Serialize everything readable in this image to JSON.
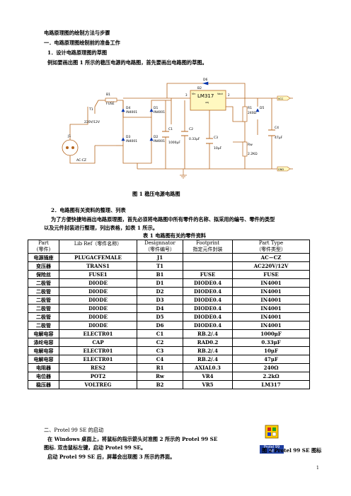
{
  "heading": "电路原理图的绘制方法与步骤",
  "section1": "一．电路原理图绘制前的准备工作",
  "step1": "1．设计电路原理图的草图",
  "para1": "例如要画出图 1 所示的稳压电源的电路图，首先要画出电路图的草图。",
  "figure1_caption": "图 1    稳压电源电路图",
  "step2": "2．电路图有关资料的整理、列表",
  "para2_line1": "为了方便快捷地画出电路原理图，首先必须将电路图中所有零件的名称、拟采用的编号、零件的类型",
  "para2_line2": "以及元件封装进行整理，列出表格，如表 1 所示。",
  "table1_caption": "表 1 电路图有关的零件资料",
  "table_headers": {
    "part": "Part",
    "part_sub": "(零件)",
    "libref": "Lib Ref（零件名称）",
    "designator": "Designnator",
    "designator_sub": "（零件编号）",
    "footprint": "Footprint",
    "footprint_sub": "指定元件封装",
    "parttype": "Part Type",
    "parttype_sub": "（零件类型）"
  },
  "table_rows": [
    [
      "电源插座",
      "PLUGACFEMALE",
      "J1",
      "",
      "AC－CZ"
    ],
    [
      "变压器",
      "TRANS1",
      "T1",
      "",
      "AC220V/12V"
    ],
    [
      "保险丝",
      "FUSE1",
      "B1",
      "FUSE",
      "FUSE"
    ],
    [
      "二极管",
      "DIODE",
      "D1",
      "DIODE0.4",
      "IN4001"
    ],
    [
      "二极管",
      "DIODE",
      "D2",
      "DIODE0.4",
      "IN4001"
    ],
    [
      "二极管",
      "DIODE",
      "D3",
      "DIODE0.4",
      "IN4001"
    ],
    [
      "二极管",
      "DIODE",
      "D4",
      "DIODE0.4",
      "IN4001"
    ],
    [
      "二极管",
      "DIODE",
      "D5",
      "DIODE0.4",
      "IN4001"
    ],
    [
      "二极管",
      "DIODE",
      "D6",
      "DIODE0.4",
      "IN4001"
    ],
    [
      "电解电容",
      "ELECTR01",
      "C1",
      "RB.2/.4",
      "1000μF"
    ],
    [
      "涤纶电容",
      "CAP",
      "C2",
      "RAD0.2",
      "0.33μF"
    ],
    [
      "电解电容",
      "ELECTR01",
      "C3",
      "RB.2/.4",
      "10μF"
    ],
    [
      "电解电容",
      "ELECTR01",
      "C4",
      "RB.2/.4",
      "47μF"
    ],
    [
      "电阻器",
      "RES2",
      "R1",
      "AXIAL0.3",
      "240Ω"
    ],
    [
      "电位器",
      "POT2",
      "Rw",
      "VR4",
      "2.2kΩ"
    ],
    [
      "稳压器",
      "VOLTREG",
      "B2",
      "VR5",
      "LM317"
    ]
  ],
  "section2": "二、Protel 99 SE  的启动",
  "para3_line1": "在 Windows 桌面上，将鼠标的指示箭头对准图 2 所示的 Protel 99 SE",
  "para3_line2": "图标. 双击鼠标左键，启动 Protel 99 SE。",
  "para4": "启动 Protel 99 SE 后，屏幕会出现图 3 所示的界面。",
  "figure2_caption": "图 2    Protel 99 SE 图标",
  "icon_label_1": "Protel 99",
  "icon_label_2": "SE",
  "page_number": "1",
  "schematic_labels": {
    "d6": "D6",
    "b2": "B2",
    "b1": "B1",
    "fuse": "FUSE",
    "t1": "T1",
    "j1": "J1",
    "ac220": "220V/12V",
    "accz": "AC-CZ",
    "d4": "D4",
    "d4v": "IN4001",
    "d1": "D1",
    "d1v": "IN4001",
    "d3": "D3",
    "d3v": "IN4001",
    "d2": "D2",
    "d2v": "IN4001",
    "c1": "C1",
    "c1v": "1000μF",
    "c2": "C2",
    "c2v": "0.33μF",
    "c3": "C3",
    "c3v": "10μF",
    "r1": "R1",
    "r1v": "240Ω",
    "rw": "Rw",
    "rwv": "2.2KΩ",
    "d5": "D5",
    "c4": "C4",
    "c4v": "47μF",
    "lm": "LM317",
    "vin": "Vin",
    "vout": "Vout",
    "adj": "ADJ",
    "pin3": "3",
    "pin2": "2",
    "vcc": "VCC",
    "gnd": "GND"
  }
}
